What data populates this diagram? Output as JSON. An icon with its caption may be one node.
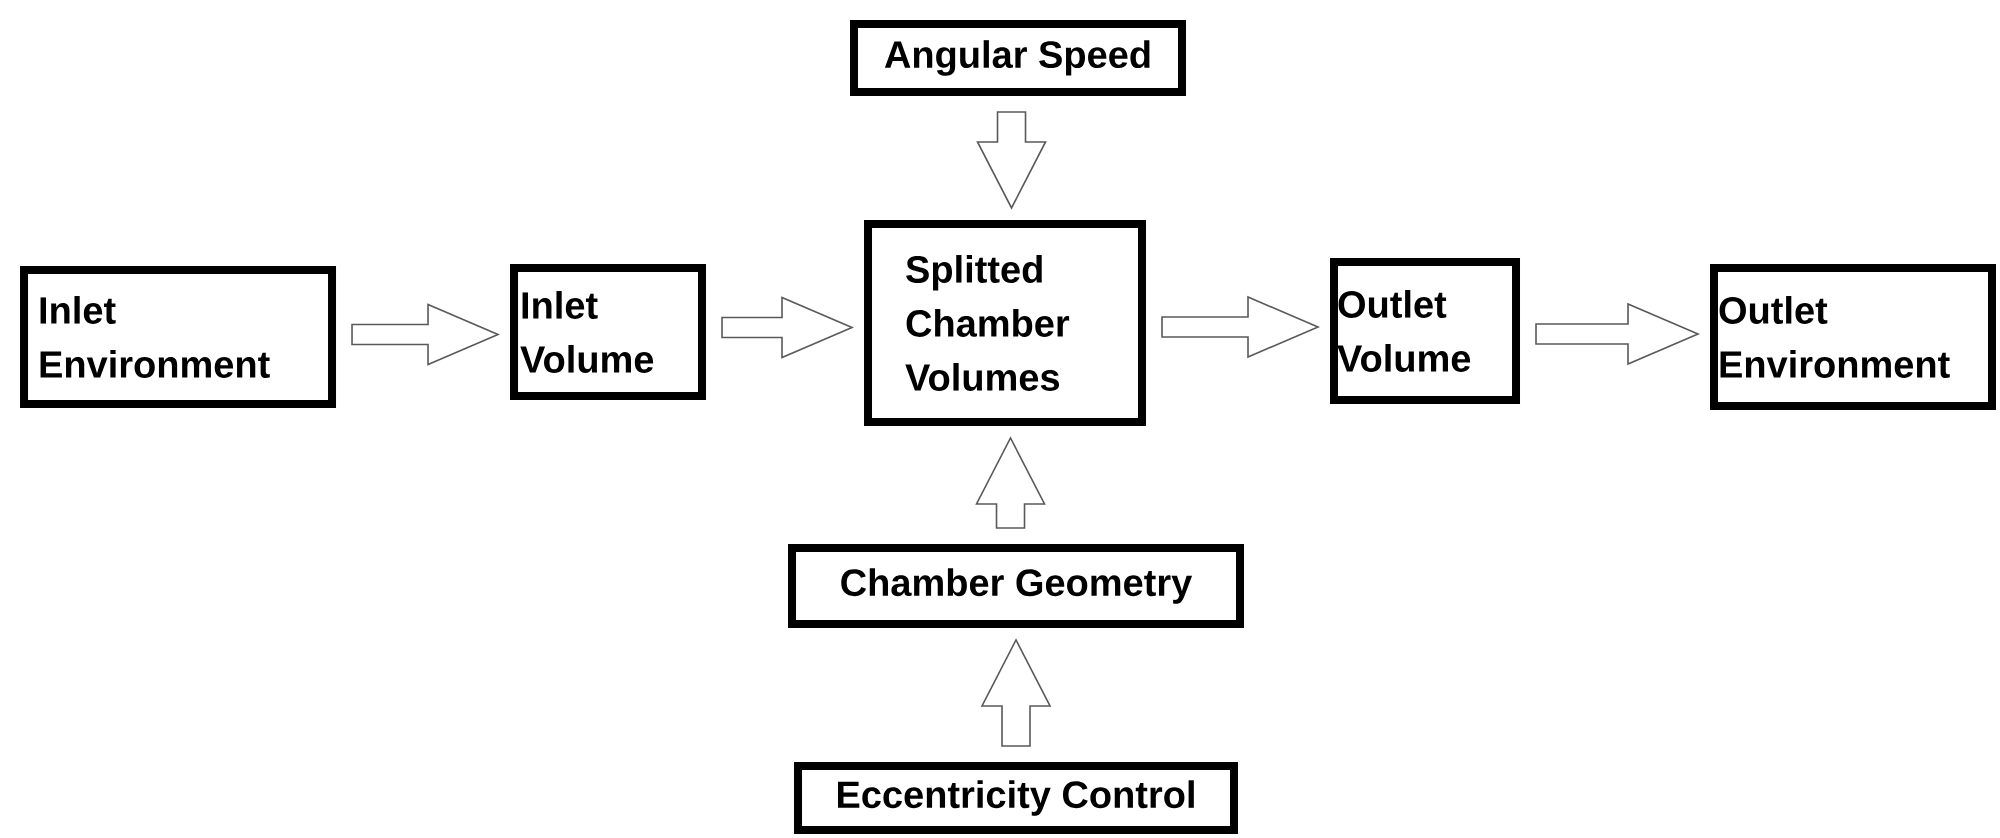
{
  "diagram": {
    "nodes": [
      {
        "text": [
          "Inlet Environment"
        ]
      },
      {
        "text": [
          "Inlet Volume"
        ]
      },
      {
        "text": [
          "Splitted Chamber Volumes"
        ]
      },
      {
        "text": [
          "Outlet Volume"
        ]
      },
      {
        "text": [
          "Outlet Environment"
        ]
      },
      {
        "text": [
          "Angular Speed"
        ]
      },
      {
        "text": [
          "Chamber Geometry"
        ]
      },
      {
        "text": [
          "Eccentricity Control"
        ]
      }
    ],
    "edges": [
      {
        "from": 0,
        "to": 1,
        "arrow": "to"
      },
      {
        "from": 1,
        "to": 2,
        "arrow": "to"
      },
      {
        "from": 2,
        "to": 3,
        "arrow": "to"
      },
      {
        "from": 3,
        "to": 4,
        "arrow": "to"
      },
      {
        "from": 5,
        "to": 2,
        "arrow": "to"
      },
      {
        "from": 6,
        "to": 2,
        "arrow": "to"
      },
      {
        "from": 7,
        "to": 6,
        "arrow": "to"
      }
    ]
  }
}
